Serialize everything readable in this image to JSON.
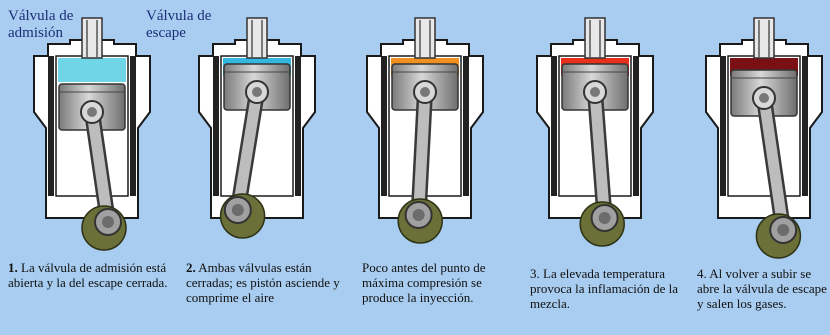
{
  "labels": {
    "intake_valve": "Válvula de admisión",
    "exhaust_valve": "Válvula de escape"
  },
  "steps": [
    {
      "number": "1.",
      "text": "La válvula de admisión está abierta y la del escape cerrada."
    },
    {
      "number": "2.",
      "text": "Ambas válvulas están cerradas; es pistón asciende y comprime el aire"
    },
    {
      "number": "",
      "text": "Poco antes del punto de máxima compresión se produce la inyección."
    },
    {
      "number": "",
      "text": "3. La elevada temperatura provoca la inflamación de la mezcla."
    },
    {
      "number": "",
      "text": "4. Al volver a subir se abre la válvula de escape y salen los gases."
    }
  ],
  "chamber_fill": [
    {
      "state": "intake",
      "color": "#6fd6e8"
    },
    {
      "state": "compression",
      "color": "#35b8e0"
    },
    {
      "state": "injection",
      "color": "#f09020"
    },
    {
      "state": "combustion",
      "color": "#e8301a"
    },
    {
      "state": "exhaust",
      "color": "#7a0f14"
    }
  ],
  "colors": {
    "background": "#a9cdf0",
    "engine_body": "#ffffff",
    "engine_outline": "#1a1a1a",
    "piston": "#9a9a9a",
    "crank_disc": "#6a7038"
  }
}
